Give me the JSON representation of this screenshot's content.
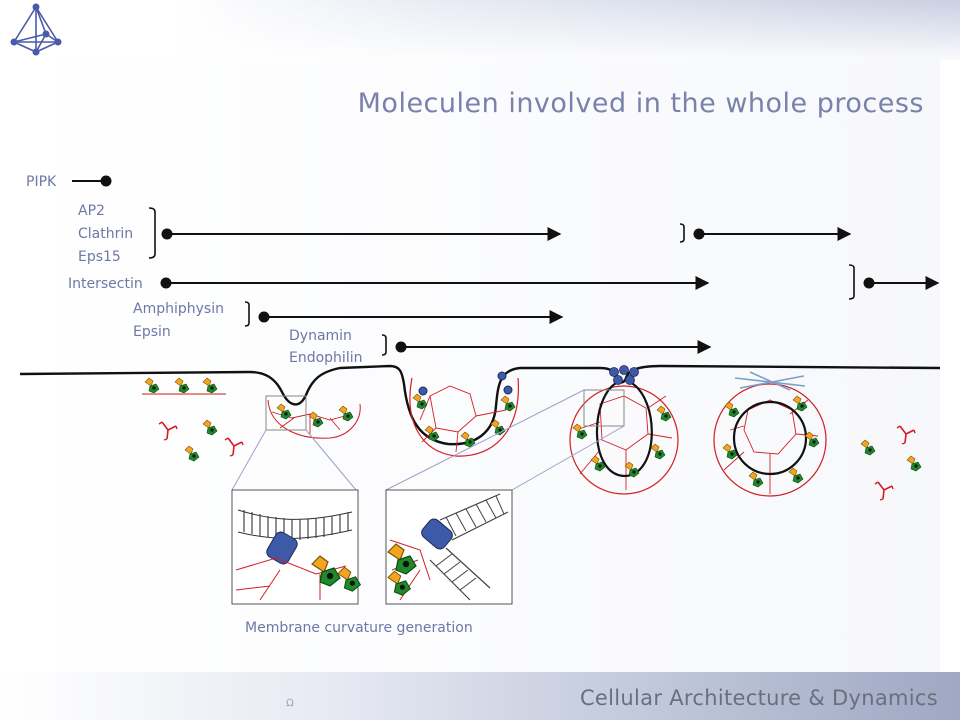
{
  "slide": {
    "title": "Moleculen involved in the whole process",
    "footer": "Cellular Architecture & Dynamics",
    "page_number": "Ω"
  },
  "labels": {
    "pipk": "PIPK",
    "ap2": "AP2",
    "clathrin": "Clathrin",
    "eps15": "Eps15",
    "intersectin": "Intersectin",
    "amphiphysin": "Amphiphysin",
    "epsin": "Epsin",
    "dynamin": "Dynamin",
    "endophilin": "Endophilin",
    "caption": "Membrane curvature generation"
  },
  "colors": {
    "title": "#7a81ab",
    "label": "#6f77a6",
    "clathrin_cage": "#e0242a",
    "adaptor_orange": "#f2a520",
    "adaptor_green": "#1e8a2a",
    "dynamin_blue": "#3d5aa8"
  }
}
